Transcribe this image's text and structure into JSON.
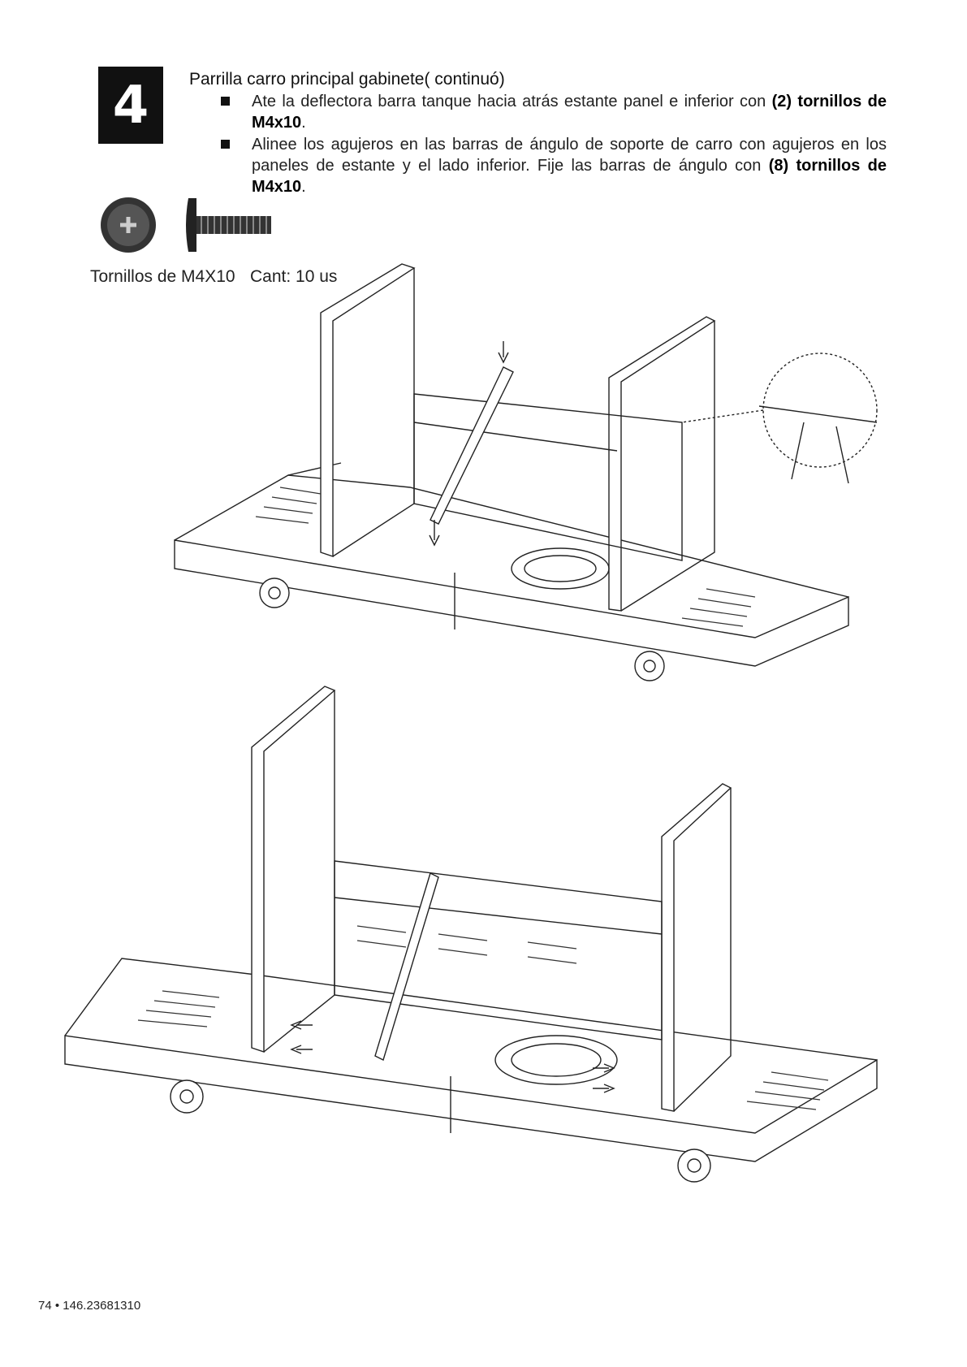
{
  "step": {
    "number": "4"
  },
  "title": "Parrilla carro principal gabinete( continuó)",
  "instructions": [
    {
      "text": "Ate la deflectora barra tanque hacia atrás estante panel e inferior con ",
      "bold": "(2) tornillos de M4x10",
      "end": "."
    },
    {
      "text": "Alinee los agujeros en las barras de ángulo de soporte de carro con agujeros en los paneles de estante y el lado inferior. Fije las barras de ángulo con ",
      "bold": "(8) tornillos de M4x10",
      "end": "."
    }
  ],
  "parts": {
    "label": "Tornillos de M4X10",
    "quantity": "Cant: 10 us"
  },
  "footer": {
    "page_ref": "74 • 146.23681310"
  }
}
